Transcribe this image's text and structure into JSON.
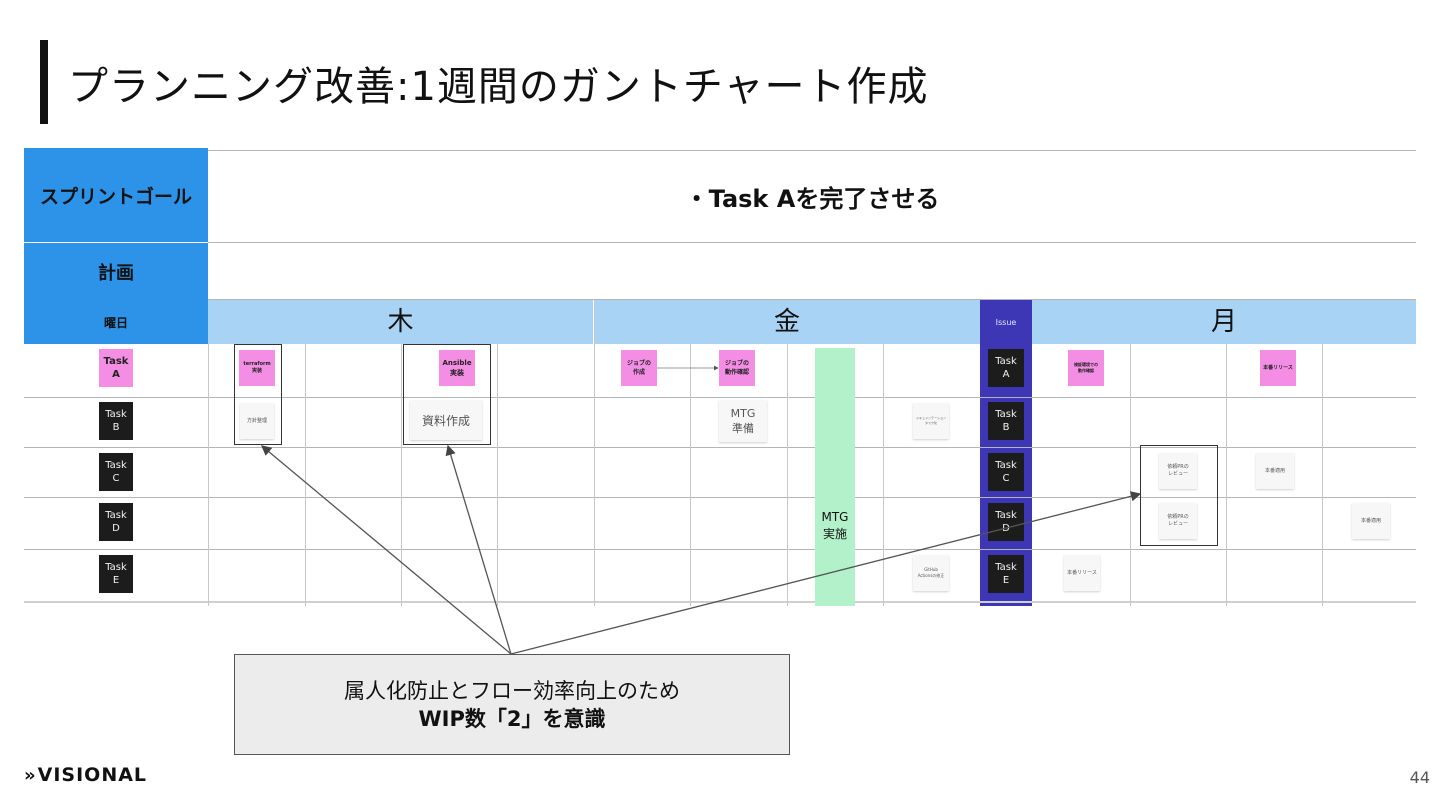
{
  "slide": {
    "title": "プランニング改善:1週間のガントチャート作成",
    "page_number": "44",
    "logo_text": "VISIONAL"
  },
  "table": {
    "sprint_goal_label": "スプリントゴール",
    "sprint_goal_text": "・Task Aを完了させる",
    "plan_label": "計画",
    "weekday_label": "曜日",
    "days": {
      "thu": "木",
      "fri": "金",
      "issue": "Issue",
      "mon": "月"
    },
    "rows": [
      {
        "l1": "Task",
        "l2": "A"
      },
      {
        "l1": "Task",
        "l2": "B"
      },
      {
        "l1": "Task",
        "l2": "C"
      },
      {
        "l1": "Task",
        "l2": "D"
      },
      {
        "l1": "Task",
        "l2": "E"
      }
    ],
    "issue_rows": [
      {
        "l1": "Task",
        "l2": "A"
      },
      {
        "l1": "Task",
        "l2": "B"
      },
      {
        "l1": "Task",
        "l2": "C"
      },
      {
        "l1": "Task",
        "l2": "D"
      },
      {
        "l1": "Task",
        "l2": "E"
      }
    ],
    "mtg_bar": {
      "l1": "MTG",
      "l2": "実施"
    }
  },
  "stickies": {
    "terraform": {
      "l1": "terraform",
      "l2": "実装"
    },
    "ansible": {
      "l1": "Ansible",
      "l2": "実装"
    },
    "job_create": {
      "l1": "ジョブの",
      "l2": "作成"
    },
    "job_check": {
      "l1": "ジョブの",
      "l2": "動作確認"
    },
    "verify_env": {
      "l1": "検証環境での",
      "l2": "動作確認"
    },
    "prod_release_a": "本番リリース",
    "policy": "方針整理",
    "docs": "資料作成",
    "mtg_prep": {
      "l1": "MTG",
      "l2": "準備"
    },
    "fri_small_b": {
      "l1": "ドキュメンテーション",
      "l2": "タスク化"
    },
    "github_actions": {
      "l1": "GitHub",
      "l2": "Actionsの修正"
    },
    "review_c": {
      "l1": "依頼PRの",
      "l2": "レビュー"
    },
    "apply_c": "本番適用",
    "review_d": {
      "l1": "依頼PRの",
      "l2": "レビュー"
    },
    "apply_d": "本番適用",
    "release_e": "本番リリース"
  },
  "callout": {
    "line1": "属人化防止とフロー効率向上のため",
    "line2": "WIP数「2」を意識"
  },
  "colors": {
    "label_blue": "#2d93e8",
    "day_band": "#a9d3f4",
    "issue_purple": "#3d37b5",
    "sticky_pink": "#f38ee4",
    "mtg_green": "#b2f1c9"
  }
}
